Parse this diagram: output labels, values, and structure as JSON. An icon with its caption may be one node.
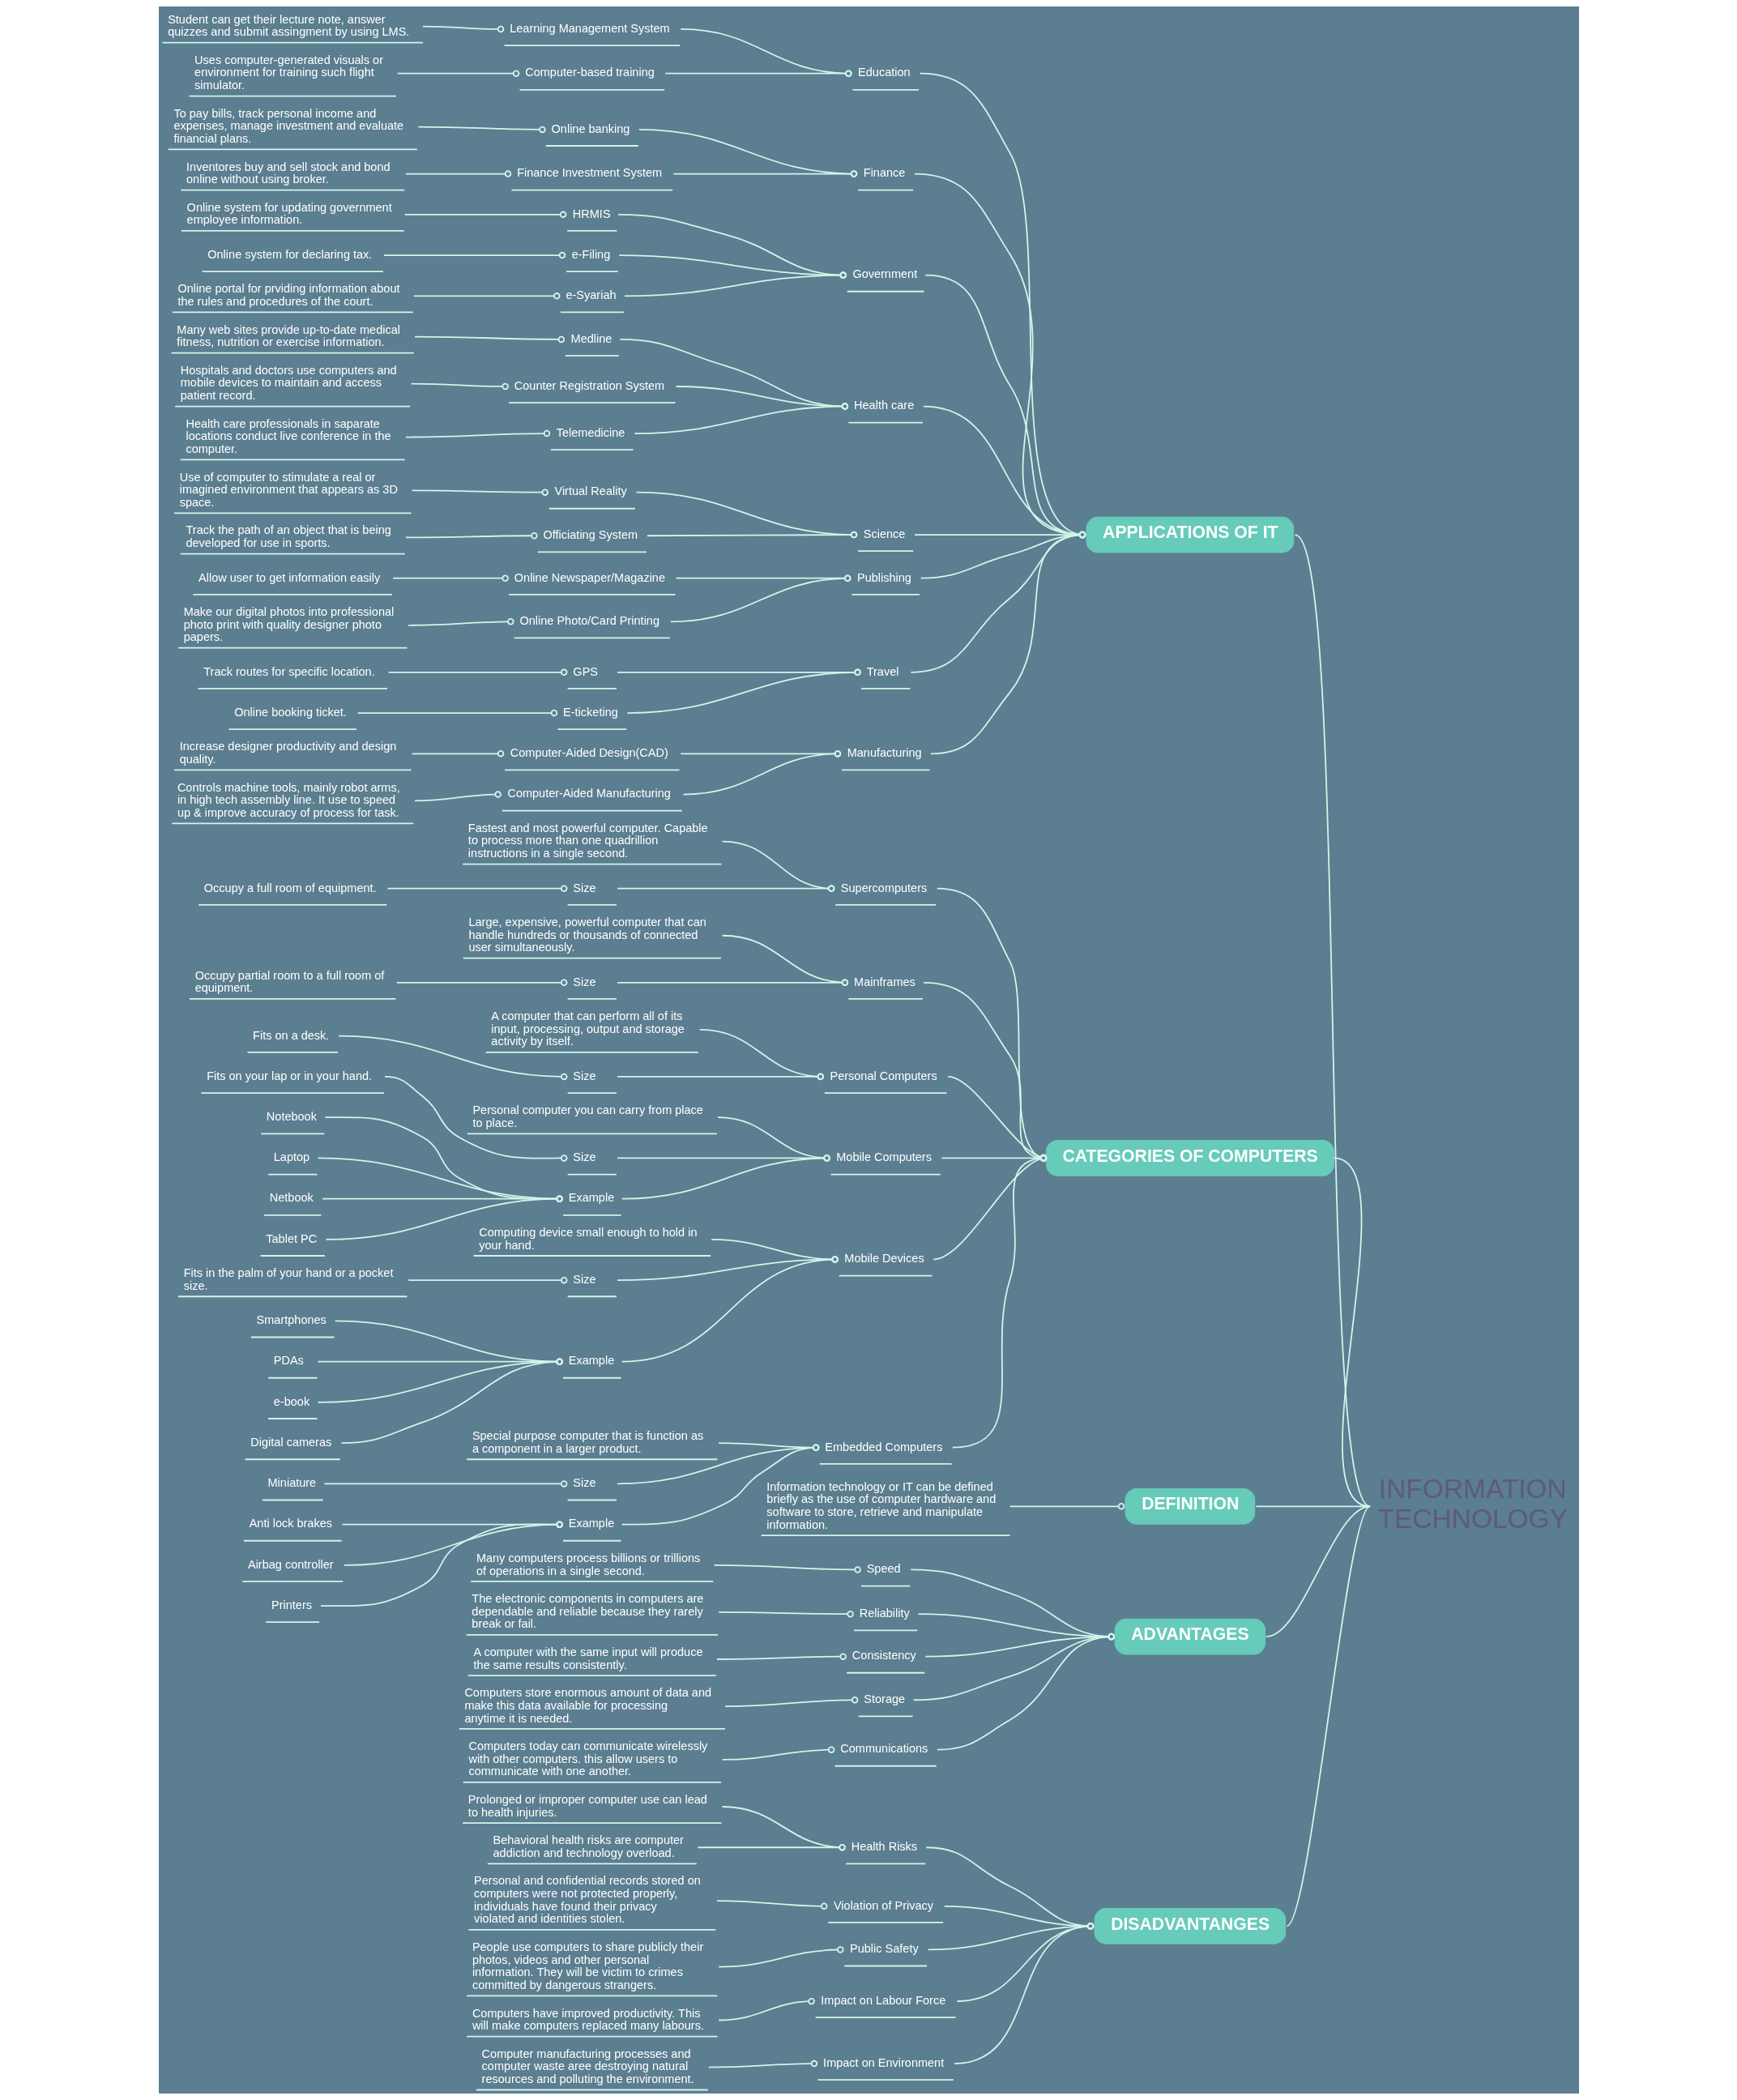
{
  "diagram": {
    "nodes": [
      {
        "text": [
          "INFORMATION TECHNOLOGY"
        ]
      },
      {
        "text": [
          "APPLICATIONS OF IT"
        ]
      },
      {
        "text": [
          "Education"
        ]
      },
      {
        "text": [
          "Learning Management System"
        ]
      },
      {
        "text": [
          "Student can get their lecture note, answer quizzes and submit assingment by using LMS."
        ]
      },
      {
        "text": [
          "Computer-based training"
        ]
      },
      {
        "text": [
          "Uses computer-generated visuals or environment for training such flight simulator."
        ]
      },
      {
        "text": [
          "Finance"
        ]
      },
      {
        "text": [
          "Online banking"
        ]
      },
      {
        "text": [
          "To pay bills, track personal income and expenses, manage investment and evaluate financial plans."
        ]
      },
      {
        "text": [
          "Finance Investment System"
        ]
      },
      {
        "text": [
          "Inventores buy and sell stock and bond online without using broker."
        ]
      },
      {
        "text": [
          "Government"
        ]
      },
      {
        "text": [
          "HRMIS"
        ]
      },
      {
        "text": [
          "Online system for updating government employee information."
        ]
      },
      {
        "text": [
          "e-Filing"
        ]
      },
      {
        "text": [
          "Online system for declaring tax."
        ]
      },
      {
        "text": [
          "e-Syariah"
        ]
      },
      {
        "text": [
          "Online portal for prviding information about the rules and procedures of the court."
        ]
      },
      {
        "text": [
          "Health care"
        ]
      },
      {
        "text": [
          "Medline"
        ]
      },
      {
        "text": [
          "Many web sites provide up-to-date medical fitness, nutrition or exercise information."
        ]
      },
      {
        "text": [
          "Counter Registration System"
        ]
      },
      {
        "text": [
          "Hospitals and doctors use computers and mobile devices to maintain and access patient record."
        ]
      },
      {
        "text": [
          "Telemedicine"
        ]
      },
      {
        "text": [
          "Health care professionals in saparate locations conduct live conference in the computer."
        ]
      },
      {
        "text": [
          "Science"
        ]
      },
      {
        "text": [
          "Virtual Reality"
        ]
      },
      {
        "text": [
          "Use of computer to stimulate a real or imagined environment that appears as 3D space."
        ]
      },
      {
        "text": [
          "Officiating System"
        ]
      },
      {
        "text": [
          "Track the path of an object that is being developed for use in sports."
        ]
      },
      {
        "text": [
          "Publishing"
        ]
      },
      {
        "text": [
          "Online Newspaper/Magazine"
        ]
      },
      {
        "text": [
          "Allow user to get information easily"
        ]
      },
      {
        "text": [
          "Online Photo/Card Printing"
        ]
      },
      {
        "text": [
          "Make our digital photos into professional photo print with quality designer photo papers."
        ]
      },
      {
        "text": [
          "Travel"
        ]
      },
      {
        "text": [
          "GPS"
        ]
      },
      {
        "text": [
          "Track routes for specific location."
        ]
      },
      {
        "text": [
          "E-ticketing"
        ]
      },
      {
        "text": [
          "Online booking ticket."
        ]
      },
      {
        "text": [
          "Manufacturing"
        ]
      },
      {
        "text": [
          "Computer-Aided Design(CAD)"
        ]
      },
      {
        "text": [
          "Increase designer productivity and design quality."
        ]
      },
      {
        "text": [
          "Computer-Aided Manufacturing"
        ]
      },
      {
        "text": [
          "Controls machine tools, mainly robot arms, in high tech assembly line. It use to speed up & improve accuracy of process for task."
        ]
      },
      {
        "text": [
          "CATEGORIES OF COMPUTERS"
        ]
      },
      {
        "text": [
          "Supercomputers"
        ]
      },
      {
        "text": [
          "Fastest and most powerful computer. Capable to process more than one quadrillion instructions in a single second."
        ]
      },
      {
        "text": [
          "Size"
        ]
      },
      {
        "text": [
          "Occupy a full room of equipment."
        ]
      },
      {
        "text": [
          "Mainframes"
        ]
      },
      {
        "text": [
          "Large, expensive, powerful computer that can handle hundreds or thousands of connected user simultaneously."
        ]
      },
      {
        "text": [
          "Size"
        ]
      },
      {
        "text": [
          "Occupy partial room to a full room of equipment."
        ]
      },
      {
        "text": [
          "Personal Computers"
        ]
      },
      {
        "text": [
          "A computer that can perform all of its input, processing, output and storage activity by itself."
        ]
      },
      {
        "text": [
          "Size"
        ]
      },
      {
        "text": [
          "Fits on a desk."
        ]
      },
      {
        "text": [
          "Mobile Computers"
        ]
      },
      {
        "text": [
          "Personal computer you can carry from place to place."
        ]
      },
      {
        "text": [
          "Size"
        ]
      },
      {
        "text": [
          "Fits on your lap or in your hand."
        ]
      },
      {
        "text": [
          "Example"
        ]
      },
      {
        "text": [
          "Notebook"
        ]
      },
      {
        "text": [
          "Laptop"
        ]
      },
      {
        "text": [
          "Netbook"
        ]
      },
      {
        "text": [
          "Tablet PC"
        ]
      },
      {
        "text": [
          "Mobile Devices"
        ]
      },
      {
        "text": [
          "Computing device small enough to hold in your hand."
        ]
      },
      {
        "text": [
          "Size"
        ]
      },
      {
        "text": [
          "Fits in the palm of your hand or a pocket size."
        ]
      },
      {
        "text": [
          "Example"
        ]
      },
      {
        "text": [
          "Smartphones"
        ]
      },
      {
        "text": [
          "PDAs"
        ]
      },
      {
        "text": [
          "e-book"
        ]
      },
      {
        "text": [
          "Digital cameras"
        ]
      },
      {
        "text": [
          "Embedded Computers"
        ]
      },
      {
        "text": [
          "Special purpose computer that is function as a component in a larger product."
        ]
      },
      {
        "text": [
          "Size"
        ]
      },
      {
        "text": [
          "Miniature"
        ]
      },
      {
        "text": [
          "Example"
        ]
      },
      {
        "text": [
          "Anti lock brakes"
        ]
      },
      {
        "text": [
          "Airbag controller"
        ]
      },
      {
        "text": [
          "Printers"
        ]
      },
      {
        "text": [
          "DEFINITION"
        ]
      },
      {
        "text": [
          "Information technology or IT can be defined briefly as the use of computer hardware and software to store, retrieve and manipulate information."
        ]
      },
      {
        "text": [
          "ADVANTAGES"
        ]
      },
      {
        "text": [
          "Speed"
        ]
      },
      {
        "text": [
          "Many computers process billions or trillions of operations in a single second."
        ]
      },
      {
        "text": [
          "Reliability"
        ]
      },
      {
        "text": [
          "The electronic components in computers are dependable and reliable because they rarely break or fail."
        ]
      },
      {
        "text": [
          "Consistency"
        ]
      },
      {
        "text": [
          "A computer with the same input will produce the same results consistently."
        ]
      },
      {
        "text": [
          "Storage"
        ]
      },
      {
        "text": [
          "Computers store enormous amount of data and make this data available for processing anytime it is needed."
        ]
      },
      {
        "text": [
          "Communications"
        ]
      },
      {
        "text": [
          "Computers today can communicate wirelessly with other computers. this allow users to communicate with one another."
        ]
      },
      {
        "text": [
          "DISADVANTANGES"
        ]
      },
      {
        "text": [
          "Health Risks"
        ]
      },
      {
        "text": [
          "Prolonged or improper computer use can lead to health injuries."
        ]
      },
      {
        "text": [
          "Behavioral health risks are computer addiction and technology overload."
        ]
      },
      {
        "text": [
          "Violation of Privacy"
        ]
      },
      {
        "text": [
          "Personal and confidential records stored on computers were not protected properly, individuals have found their privacy violated and identities stolen."
        ]
      },
      {
        "text": [
          "Public Safety"
        ]
      },
      {
        "text": [
          "People use computers to share publicly their photos, videos and other personal information. They will be victim to crimes committed by dangerous strangers."
        ]
      },
      {
        "text": [
          "Impact on Labour Force"
        ]
      },
      {
        "text": [
          "Computers have improved productivity. This will make computers replaced many labours."
        ]
      },
      {
        "text": [
          "Impact on Environment"
        ]
      },
      {
        "text": [
          "Computer manufacturing processes and computer waste aree destroying natural resources and polluting the environment."
        ]
      }
    ],
    "edges": [
      {
        "from": 0,
        "to": 1,
        "arrow": "none"
      },
      {
        "from": 1,
        "to": 2,
        "arrow": "other"
      },
      {
        "from": 2,
        "to": 3,
        "arrow": "other"
      },
      {
        "from": 3,
        "to": 4,
        "arrow": "other"
      },
      {
        "from": 2,
        "to": 5,
        "arrow": "other"
      },
      {
        "from": 5,
        "to": 6,
        "arrow": "other"
      },
      {
        "from": 1,
        "to": 7,
        "arrow": "other"
      },
      {
        "from": 7,
        "to": 8,
        "arrow": "other"
      },
      {
        "from": 8,
        "to": 9,
        "arrow": "other"
      },
      {
        "from": 7,
        "to": 10,
        "arrow": "other"
      },
      {
        "from": 10,
        "to": 11,
        "arrow": "other"
      },
      {
        "from": 1,
        "to": 12,
        "arrow": "other"
      },
      {
        "from": 12,
        "to": 13,
        "arrow": "other"
      },
      {
        "from": 13,
        "to": 14,
        "arrow": "other"
      },
      {
        "from": 12,
        "to": 15,
        "arrow": "other"
      },
      {
        "from": 15,
        "to": 16,
        "arrow": "other"
      },
      {
        "from": 12,
        "to": 17,
        "arrow": "other"
      },
      {
        "from": 17,
        "to": 18,
        "arrow": "other"
      },
      {
        "from": 1,
        "to": 19,
        "arrow": "other"
      },
      {
        "from": 19,
        "to": 20,
        "arrow": "other"
      },
      {
        "from": 20,
        "to": 21,
        "arrow": "other"
      },
      {
        "from": 19,
        "to": 22,
        "arrow": "other"
      },
      {
        "from": 22,
        "to": 23,
        "arrow": "other"
      },
      {
        "from": 19,
        "to": 24,
        "arrow": "other"
      },
      {
        "from": 24,
        "to": 25,
        "arrow": "other"
      },
      {
        "from": 1,
        "to": 26,
        "arrow": "other"
      },
      {
        "from": 26,
        "to": 27,
        "arrow": "other"
      },
      {
        "from": 27,
        "to": 28,
        "arrow": "other"
      },
      {
        "from": 26,
        "to": 29,
        "arrow": "other"
      },
      {
        "from": 29,
        "to": 30,
        "arrow": "other"
      },
      {
        "from": 1,
        "to": 31,
        "arrow": "other"
      },
      {
        "from": 31,
        "to": 32,
        "arrow": "other"
      },
      {
        "from": 32,
        "to": 33,
        "arrow": "other"
      },
      {
        "from": 31,
        "to": 34,
        "arrow": "other"
      },
      {
        "from": 34,
        "to": 35,
        "arrow": "other"
      },
      {
        "from": 1,
        "to": 36,
        "arrow": "other"
      },
      {
        "from": 36,
        "to": 37,
        "arrow": "other"
      },
      {
        "from": 37,
        "to": 38,
        "arrow": "other"
      },
      {
        "from": 36,
        "to": 39,
        "arrow": "other"
      },
      {
        "from": 39,
        "to": 40,
        "arrow": "other"
      },
      {
        "from": 1,
        "to": 41,
        "arrow": "other"
      },
      {
        "from": 41,
        "to": 42,
        "arrow": "other"
      },
      {
        "from": 42,
        "to": 43,
        "arrow": "other"
      },
      {
        "from": 41,
        "to": 44,
        "arrow": "other"
      },
      {
        "from": 44,
        "to": 45,
        "arrow": "other"
      },
      {
        "from": 0,
        "to": 46,
        "arrow": "none"
      },
      {
        "from": 46,
        "to": 47,
        "arrow": "other"
      },
      {
        "from": 47,
        "to": 48,
        "arrow": "other"
      },
      {
        "from": 47,
        "to": 49,
        "arrow": "other"
      },
      {
        "from": 49,
        "to": 50,
        "arrow": "other"
      },
      {
        "from": 46,
        "to": 51,
        "arrow": "other"
      },
      {
        "from": 51,
        "to": 52,
        "arrow": "other"
      },
      {
        "from": 51,
        "to": 53,
        "arrow": "other"
      },
      {
        "from": 53,
        "to": 54,
        "arrow": "other"
      },
      {
        "from": 46,
        "to": 55,
        "arrow": "other"
      },
      {
        "from": 55,
        "to": 56,
        "arrow": "other"
      },
      {
        "from": 55,
        "to": 57,
        "arrow": "other"
      },
      {
        "from": 57,
        "to": 58,
        "arrow": "other"
      },
      {
        "from": 46,
        "to": 59,
        "arrow": "other"
      },
      {
        "from": 59,
        "to": 60,
        "arrow": "other"
      },
      {
        "from": 59,
        "to": 61,
        "arrow": "other"
      },
      {
        "from": 61,
        "to": 62,
        "arrow": "other"
      },
      {
        "from": 59,
        "to": 63,
        "arrow": "other"
      },
      {
        "from": 63,
        "to": 64,
        "arrow": "other"
      },
      {
        "from": 63,
        "to": 65,
        "arrow": "other"
      },
      {
        "from": 63,
        "to": 66,
        "arrow": "other"
      },
      {
        "from": 63,
        "to": 67,
        "arrow": "other"
      },
      {
        "from": 46,
        "to": 68,
        "arrow": "other"
      },
      {
        "from": 68,
        "to": 69,
        "arrow": "other"
      },
      {
        "from": 68,
        "to": 70,
        "arrow": "other"
      },
      {
        "from": 70,
        "to": 71,
        "arrow": "other"
      },
      {
        "from": 68,
        "to": 72,
        "arrow": "other"
      },
      {
        "from": 72,
        "to": 73,
        "arrow": "other"
      },
      {
        "from": 72,
        "to": 74,
        "arrow": "other"
      },
      {
        "from": 72,
        "to": 75,
        "arrow": "other"
      },
      {
        "from": 72,
        "to": 76,
        "arrow": "other"
      },
      {
        "from": 46,
        "to": 77,
        "arrow": "other"
      },
      {
        "from": 77,
        "to": 78,
        "arrow": "other"
      },
      {
        "from": 77,
        "to": 79,
        "arrow": "other"
      },
      {
        "from": 79,
        "to": 80,
        "arrow": "other"
      },
      {
        "from": 77,
        "to": 81,
        "arrow": "other"
      },
      {
        "from": 81,
        "to": 82,
        "arrow": "other"
      },
      {
        "from": 81,
        "to": 83,
        "arrow": "other"
      },
      {
        "from": 81,
        "to": 84,
        "arrow": "other"
      },
      {
        "from": 0,
        "to": 85,
        "arrow": "none"
      },
      {
        "from": 85,
        "to": 86,
        "arrow": "other"
      },
      {
        "from": 0,
        "to": 87,
        "arrow": "none"
      },
      {
        "from": 87,
        "to": 88,
        "arrow": "other"
      },
      {
        "from": 88,
        "to": 89,
        "arrow": "other"
      },
      {
        "from": 87,
        "to": 90,
        "arrow": "other"
      },
      {
        "from": 90,
        "to": 91,
        "arrow": "other"
      },
      {
        "from": 87,
        "to": 92,
        "arrow": "other"
      },
      {
        "from": 92,
        "to": 93,
        "arrow": "other"
      },
      {
        "from": 87,
        "to": 94,
        "arrow": "other"
      },
      {
        "from": 94,
        "to": 95,
        "arrow": "other"
      },
      {
        "from": 87,
        "to": 96,
        "arrow": "other"
      },
      {
        "from": 96,
        "to": 97,
        "arrow": "other"
      },
      {
        "from": 0,
        "to": 98,
        "arrow": "none"
      },
      {
        "from": 98,
        "to": 99,
        "arrow": "other"
      },
      {
        "from": 99,
        "to": 100,
        "arrow": "other"
      },
      {
        "from": 99,
        "to": 101,
        "arrow": "other"
      },
      {
        "from": 98,
        "to": 102,
        "arrow": "other"
      },
      {
        "from": 102,
        "to": 103,
        "arrow": "other"
      },
      {
        "from": 98,
        "to": 104,
        "arrow": "other"
      },
      {
        "from": 104,
        "to": 105,
        "arrow": "other"
      },
      {
        "from": 98,
        "to": 106,
        "arrow": "other"
      },
      {
        "from": 106,
        "to": 107,
        "arrow": "other"
      },
      {
        "from": 98,
        "to": 108,
        "arrow": "other"
      },
      {
        "from": 108,
        "to": 109,
        "arrow": "other"
      }
    ]
  }
}
